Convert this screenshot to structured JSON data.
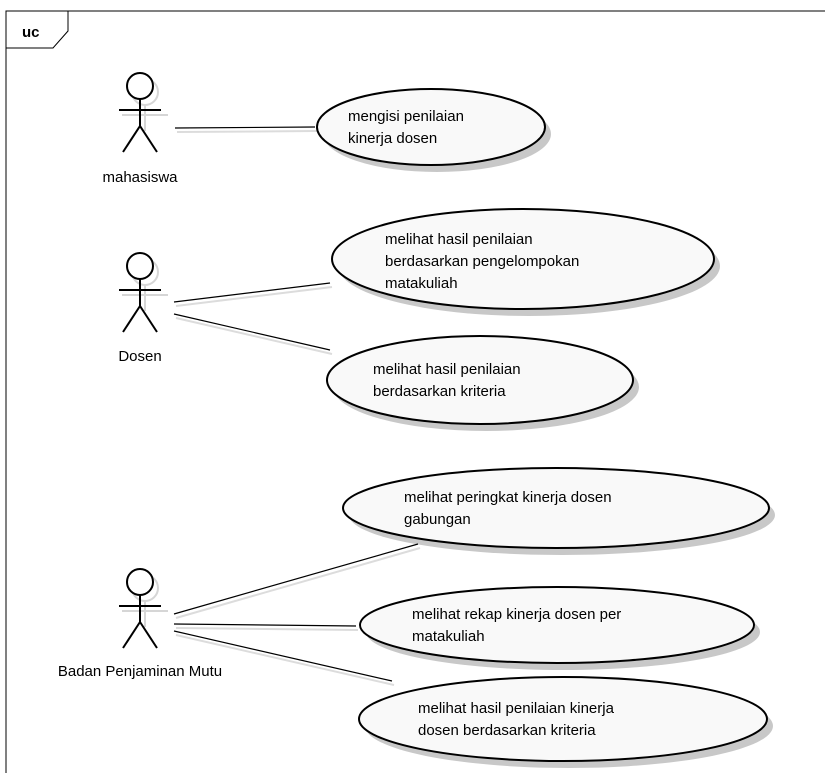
{
  "frame": {
    "tag": "uc"
  },
  "actors": [
    {
      "id": "mahasiswa",
      "name": "mahasiswa"
    },
    {
      "id": "dosen",
      "name": "Dosen"
    },
    {
      "id": "bpm",
      "name": "Badan Penjaminan Mutu"
    }
  ],
  "use_cases": [
    {
      "id": "uc1",
      "lines": [
        "mengisi penilaian",
        "kinerja dosen"
      ]
    },
    {
      "id": "uc2",
      "lines": [
        "melihat hasil penilaian",
        "berdasarkan pengelompokan",
        "matakuliah"
      ]
    },
    {
      "id": "uc3",
      "lines": [
        "melihat hasil penilaian",
        "berdasarkan kriteria"
      ]
    },
    {
      "id": "uc4",
      "lines": [
        "melihat peringkat kinerja dosen",
        "gabungan"
      ]
    },
    {
      "id": "uc5",
      "lines": [
        "melihat rekap kinerja dosen per",
        "matakuliah"
      ]
    },
    {
      "id": "uc6",
      "lines": [
        "melihat hasil penilaian kinerja",
        "dosen berdasarkan kriteria"
      ]
    }
  ],
  "associations": [
    {
      "from": "mahasiswa",
      "to": "uc1"
    },
    {
      "from": "dosen",
      "to": "uc2"
    },
    {
      "from": "dosen",
      "to": "uc3"
    },
    {
      "from": "bpm",
      "to": "uc4"
    },
    {
      "from": "bpm",
      "to": "uc5"
    },
    {
      "from": "bpm",
      "to": "uc6"
    }
  ]
}
